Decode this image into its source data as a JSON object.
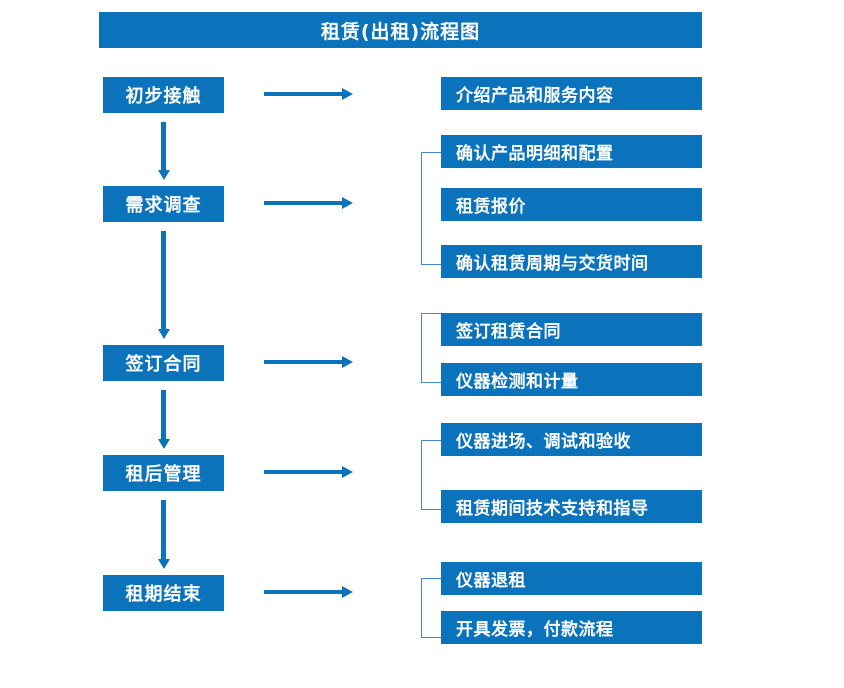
{
  "chart_data": {
    "type": "diagram",
    "title": "租赁(出租)流程图",
    "diagram_kind": "flowchart",
    "orientation": "vertical-stages-with-branches",
    "accent_color": "#0B72BC",
    "bracket_color": "#4a86c8",
    "text_color": "#FFFFFF",
    "background": "#FFFFFF",
    "stages": [
      {
        "label": "初步接触",
        "details": [
          "介绍产品和服务内容"
        ]
      },
      {
        "label": "需求调查",
        "details": [
          "确认产品明细和配置",
          "租赁报价",
          "确认租赁周期与交货时间"
        ]
      },
      {
        "label": "签订合同",
        "details": [
          "签订租赁合同",
          "仪器检测和计量"
        ]
      },
      {
        "label": "租后管理",
        "details": [
          "仪器进场、调试和验收",
          "租赁期间技术支持和指导"
        ]
      },
      {
        "label": "租期结束",
        "details": [
          "仪器退租",
          "开具发票，付款流程"
        ]
      }
    ]
  },
  "header": {
    "title": "租赁(出租)流程图"
  },
  "stages": [
    {
      "label": "初步接触"
    },
    {
      "label": "需求调查"
    },
    {
      "label": "签订合同"
    },
    {
      "label": "租后管理"
    },
    {
      "label": "租期结束"
    }
  ],
  "details": {
    "g1": [
      {
        "label": "介绍产品和服务内容"
      }
    ],
    "g2": [
      {
        "label": "确认产品明细和配置"
      },
      {
        "label": "租赁报价"
      },
      {
        "label": "确认租赁周期与交货时间"
      }
    ],
    "g3": [
      {
        "label": "签订租赁合同"
      },
      {
        "label": "仪器检测和计量"
      }
    ],
    "g4": [
      {
        "label": "仪器进场、调试和验收"
      },
      {
        "label": "租赁期间技术支持和指导"
      }
    ],
    "g5": [
      {
        "label": "仪器退租"
      },
      {
        "label": "开具发票，付款流程"
      }
    ]
  }
}
